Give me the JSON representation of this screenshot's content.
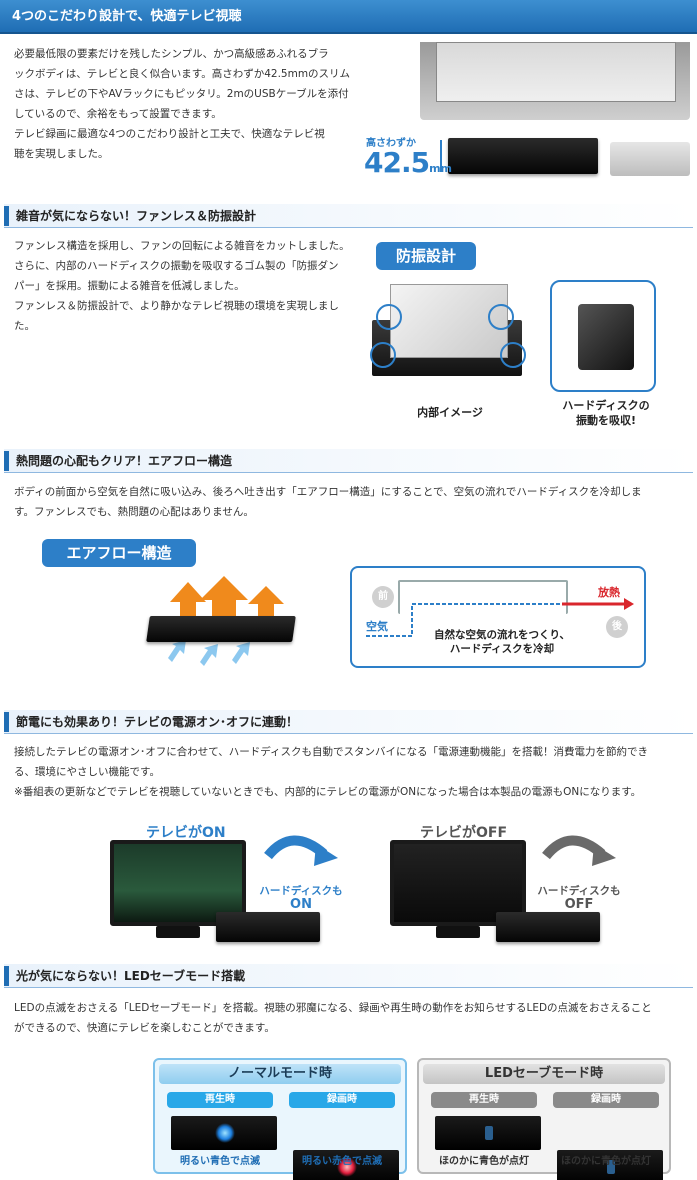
{
  "banner": {
    "title": "4つのこだわり設計で、快適テレビ視聴"
  },
  "s1": {
    "lines": [
      "必要最低限の要素だけを残したシンプル、かつ高級感あふれるブラ",
      "ックボディは、テレビと良く似合います。高さわずか42.5mmのスリム",
      "さは、テレビの下やAVラックにもピッタリ。2mのUSBケーブルを添付",
      "しているので、余裕をもって設置できます。",
      "テレビ録画に最適な4つのこだわり設計と工夫で、快適なテレビ視",
      "聴を実現しました。"
    ],
    "height_label": "高さわずか",
    "height_value": "42.5",
    "height_unit": "mm"
  },
  "s2": {
    "title": "雑音が気にならない！ファンレス＆防振設計",
    "lines": [
      "ファンレス構造を採用し、ファンの回転による雑音をカットしました。",
      "さらに、内部のハードディスクの振動を吸収するゴム製の「防振ダン",
      "パー」を採用。振動による雑音を低減しました。",
      "ファンレス＆防振設計で、より静かなテレビ視聴の環境を実現しまし",
      "た。"
    ],
    "badge": "防振設計",
    "caption_inner": "内部イメージ",
    "caption_absorb_1": "ハードディスクの",
    "caption_absorb_2": "振動を吸収!"
  },
  "s3": {
    "title": "熱問題の心配もクリア！エアフロー構造",
    "lines": [
      "ボディの前面から空気を自然に吸い込み、後ろへ吐き出す「エアフロー構造」にすることで、空気の流れでハードディスクを冷却しま",
      "す。ファンレスでも、熱問題の心配はありません。"
    ],
    "badge": "エアフロー構造",
    "front": "前",
    "back": "後",
    "heat": "放熱",
    "air": "空気",
    "note_1": "自然な空気の流れをつくり、",
    "note_2": "ハードディスクを冷却"
  },
  "s4": {
    "title": "節電にも効果あり！テレビの電源オン･オフに連動！",
    "lines": [
      "接続したテレビの電源オン･オフに合わせて、ハードディスクも自動でスタンバイになる「電源連動機能」を搭載！消費電力を節約でき",
      "る、環境にやさしい機能です。",
      "※番組表の更新などでテレビを視聴していないときでも、内部的にテレビの電源がONになった場合は本製品の電源もONになります。"
    ],
    "tv_on": "テレビがON",
    "tv_off": "テレビがOFF",
    "hd_on_1": "ハードディスクも",
    "hd_on_2": "ON",
    "hd_off_1": "ハードディスクも",
    "hd_off_2": "OFF"
  },
  "s5": {
    "title": "光が気にならない！LEDセーブモード搭載",
    "lines": [
      "LEDの点滅をおさえる「LEDセーブモード」を搭載。視聴の邪魔になる、録画や再生時の動作をお知らせするLEDの点滅をおさえること",
      "ができるので、快適にテレビを楽しむことができます。"
    ],
    "normal": {
      "title": "ノーマルモード時",
      "play": "再生時",
      "rec": "録画時",
      "play_cap": "明るい青色で点滅",
      "rec_cap": "明るい赤色で点滅"
    },
    "save": {
      "title": "LEDセーブモード時",
      "play": "再生時",
      "rec": "録画時",
      "play_cap": "ほのかに青色が点灯",
      "rec_cap": "ほのかに青色が点灯"
    }
  },
  "colors": {
    "accent": "#1f6db4",
    "orange": "#f08a1c",
    "red": "#d9262c"
  }
}
